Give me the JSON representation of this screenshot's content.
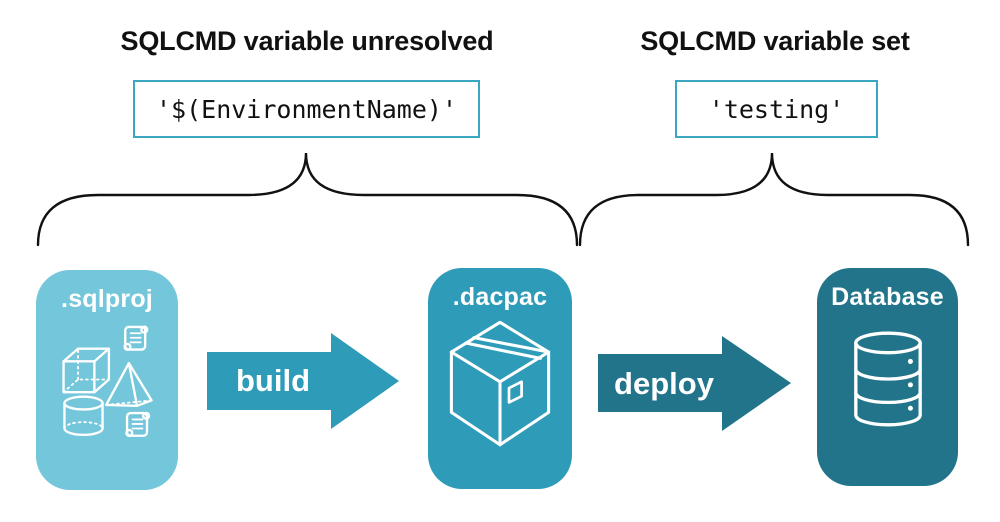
{
  "annotations": {
    "left": {
      "title": "SQLCMD variable unresolved",
      "code": "'$(EnvironmentName)'"
    },
    "right": {
      "title": "SQLCMD variable set",
      "code": "'testing'"
    }
  },
  "pipeline": {
    "nodes": [
      {
        "label": ".sqlproj",
        "icon": "sql-objects-icon",
        "color": "#74C6DA"
      },
      {
        "label": ".dacpac",
        "icon": "package-box-icon",
        "color": "#2E9BB9"
      },
      {
        "label": "Database",
        "icon": "database-cylinder-icon",
        "color": "#21748A"
      }
    ],
    "arrows": [
      {
        "label": "build",
        "color": "#2E9BB9"
      },
      {
        "label": "deploy",
        "color": "#21748A"
      }
    ]
  },
  "colors": {
    "code_box_border": "#3BA6C2",
    "brace_stroke": "#111111",
    "text": "#111111",
    "node_text": "#ffffff"
  }
}
